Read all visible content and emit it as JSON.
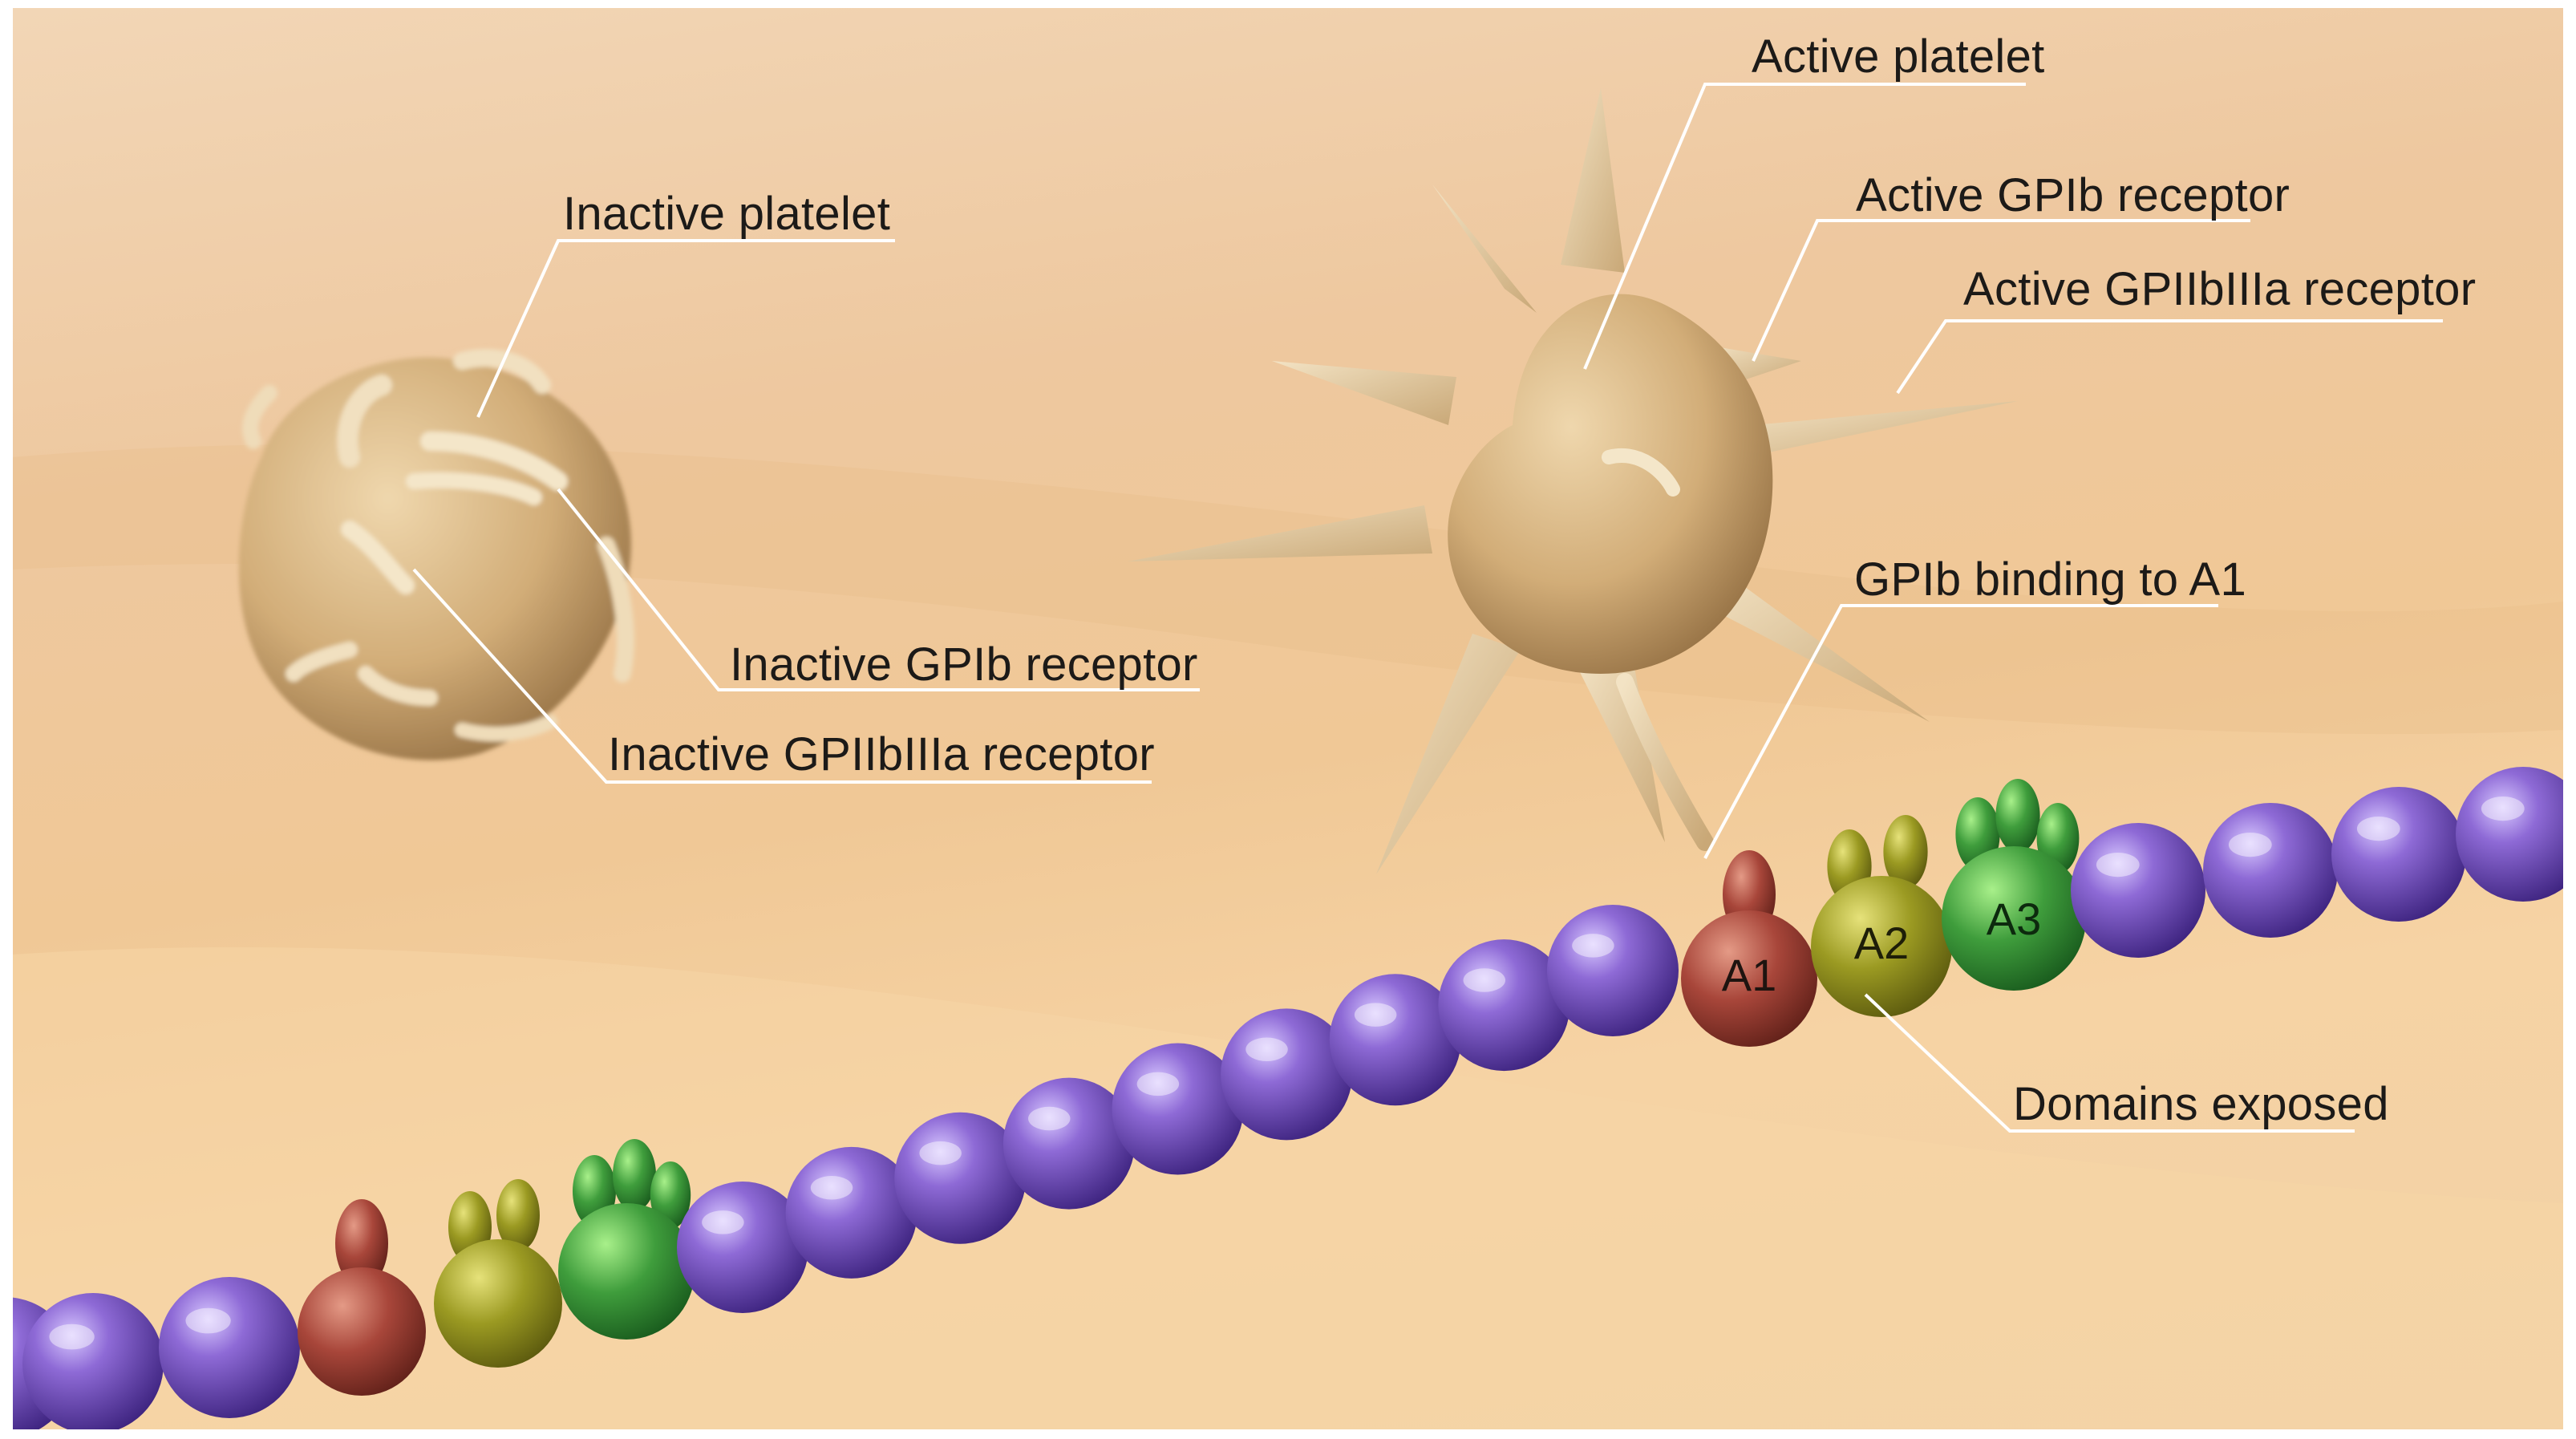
{
  "labels": {
    "inactive_platelet": "Inactive platelet",
    "inactive_gpib": "Inactive GPIb receptor",
    "inactive_gpiibiiia": "Inactive GPIIbIIIa receptor",
    "active_platelet": "Active platelet",
    "active_gpib": "Active GPIb receptor",
    "active_gpiibiiia": "Active GPIIbIIIa receptor",
    "gpib_binding": "GPIb binding to A1",
    "domains_exposed": "Domains exposed"
  },
  "domains": {
    "a1": "A1",
    "a2": "A2",
    "a3": "A3"
  },
  "colors": {
    "bead": "#7d58c4",
    "a1": "#a8463a",
    "a2": "#9b9a22",
    "a3": "#3f9d3c",
    "platelet": "#d9b98a",
    "leader_line": "#ffffff"
  }
}
